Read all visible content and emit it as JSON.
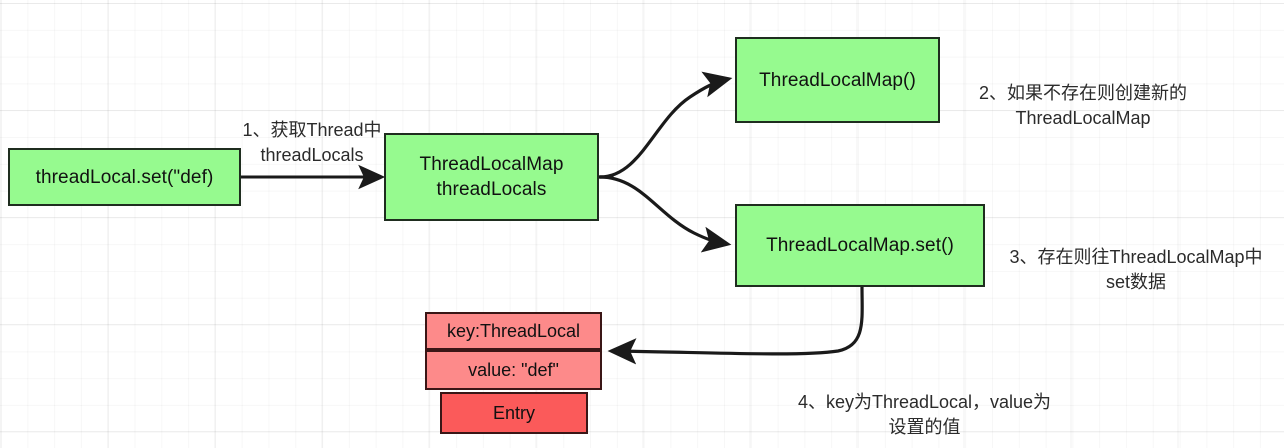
{
  "diagram": {
    "title": "ThreadLocal set flow",
    "background": {
      "grid": true,
      "color": "#ffffff",
      "grid_color": "#e8e8e8"
    },
    "colors": {
      "node_fill": "#96fa8f",
      "node_border": "#1f2d1f",
      "entry_kv_fill": "#fd8a8a",
      "entry_name_fill": "#fb5a5a",
      "entry_border": "#3a1616",
      "arrow": "#1a1a1a",
      "text": "#111111"
    },
    "nodes": [
      {
        "id": "n1",
        "label": "threadLocal.set(\"def)"
      },
      {
        "id": "n2",
        "label": "ThreadLocalMap\nthreadLocals"
      },
      {
        "id": "n3",
        "label": "ThreadLocalMap()"
      },
      {
        "id": "n4",
        "label": "ThreadLocalMap.set()"
      }
    ],
    "entry_table": {
      "rows": [
        {
          "id": "e1",
          "label": "key:ThreadLocal",
          "style": "kv"
        },
        {
          "id": "e2",
          "label": "value: \"def\"",
          "style": "kv"
        },
        {
          "id": "e3",
          "label": "Entry",
          "style": "name"
        }
      ]
    },
    "notes": [
      {
        "id": "note1",
        "label": "1、获取Thread中\nthreadLocals"
      },
      {
        "id": "note2",
        "label": "2、如果不存在则创建新的\nThreadLocalMap"
      },
      {
        "id": "note3",
        "label": "3、存在则往ThreadLocalMap中\nset数据"
      },
      {
        "id": "note4",
        "label": "4、key为ThreadLocal，value为\n设置的值"
      }
    ],
    "edges": [
      {
        "id": "edge1",
        "from": "n1",
        "to": "n2",
        "kind": "straight-arrow"
      },
      {
        "id": "edge2",
        "from": "n2",
        "to": "n3",
        "kind": "curve-arrow-up"
      },
      {
        "id": "edge3",
        "from": "n2",
        "to": "n4",
        "kind": "curve-arrow-down"
      },
      {
        "id": "edge4",
        "from": "n4",
        "to": "e1",
        "kind": "curve-arrow-left"
      }
    ]
  }
}
